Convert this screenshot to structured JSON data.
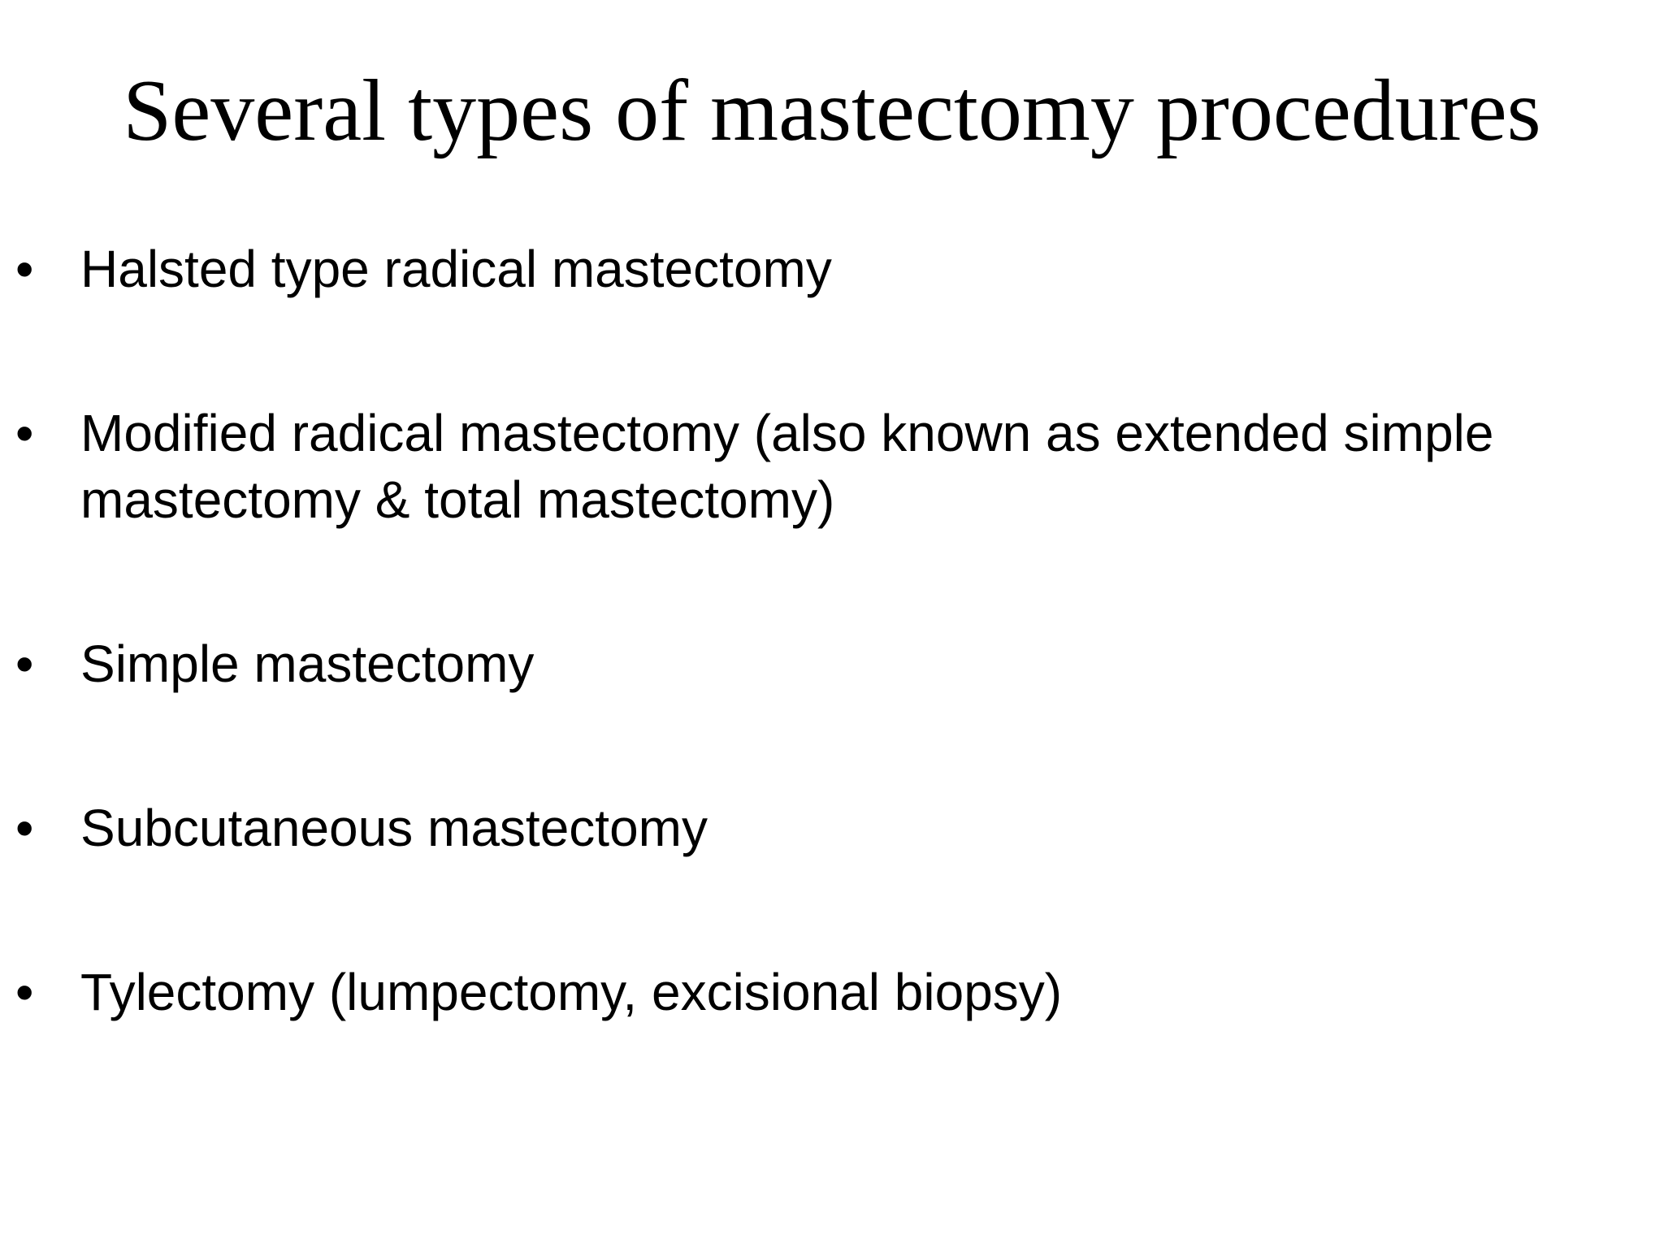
{
  "slide": {
    "title": "Several types of mastectomy procedures",
    "bullet_symbol": "•",
    "bullets": [
      "Halsted type radical mastectomy",
      "Modified radical mastectomy (also known as extended simple mastectomy & total mastectomy)",
      "Simple mastectomy",
      "Subcutaneous mastectomy",
      "Tylectomy (lumpectomy, excisional biopsy)"
    ]
  }
}
